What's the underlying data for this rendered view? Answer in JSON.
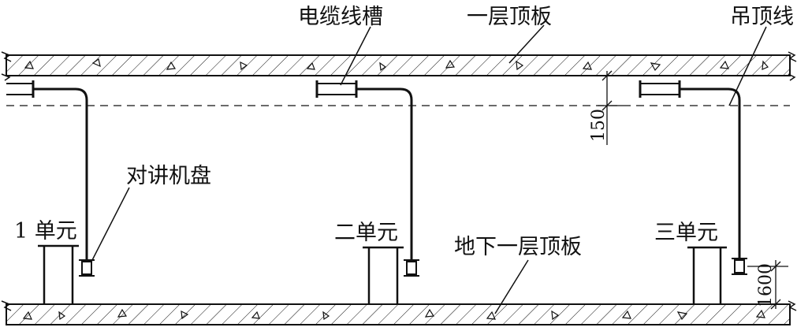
{
  "labels": {
    "cable_tray": "电缆线槽",
    "floor1_slab": "一层顶板",
    "ceiling_line": "吊顶线",
    "intercom_panel": "对讲机盘",
    "unit1": "1 单元",
    "unit2": "二单元",
    "unit3": "三单元",
    "basement_slab": "地下一层顶板"
  },
  "dimensions": {
    "ceiling_offset": "150",
    "panel_height": "1600"
  }
}
